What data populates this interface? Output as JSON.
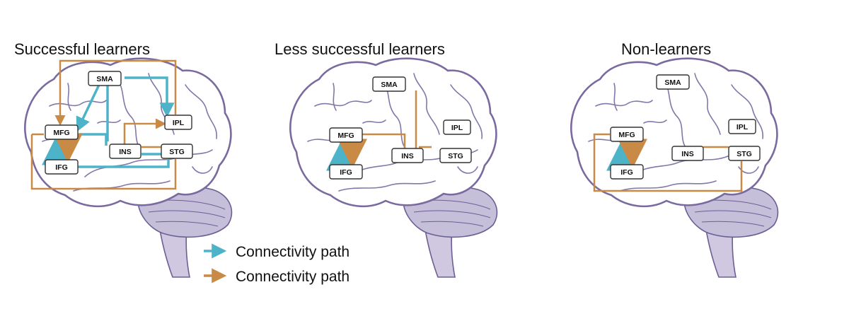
{
  "colors": {
    "blue_path": "#4cb3c9",
    "orange_path": "#c98a45",
    "brain_outline": "#7a6aa0",
    "cerebellum": "#c6bfda"
  },
  "panels": [
    {
      "title": "Successful learners",
      "nodes": [
        "SMA",
        "MFG",
        "IFG",
        "INS",
        "STG",
        "IPL"
      ]
    },
    {
      "title": "Less successful learners",
      "nodes": [
        "SMA",
        "MFG",
        "IFG",
        "INS",
        "STG",
        "IPL"
      ]
    },
    {
      "title": "Non-learners",
      "nodes": [
        "SMA",
        "MFG",
        "IFG",
        "INS",
        "STG",
        "IPL"
      ]
    }
  ],
  "legend": [
    {
      "label": "Connectivity path",
      "color": "#4cb3c9"
    },
    {
      "label": "Connectivity path",
      "color": "#c98a45"
    }
  ]
}
